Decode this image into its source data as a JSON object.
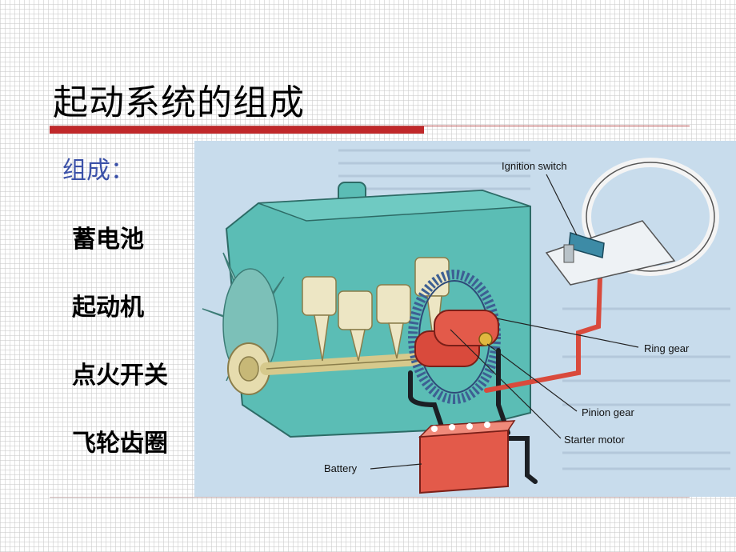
{
  "slide": {
    "title": "起动系统的组成",
    "subtitle": "组成：",
    "items": [
      "蓄电池",
      "起动机",
      "点火开关",
      "飞轮齿圈"
    ]
  },
  "figure": {
    "labels": {
      "ignition_switch": "Ignition switch",
      "ring_gear": "Ring gear",
      "pinion_gear": "Pinion gear",
      "starter_motor": "Starter motor",
      "battery": "Battery"
    }
  },
  "colors": {
    "title_rule": "#c0282a",
    "subtitle": "#3b51a8",
    "engine": "#5bbdb5",
    "figure_bg": "#c8dcec",
    "starter": "#d94a3c"
  }
}
